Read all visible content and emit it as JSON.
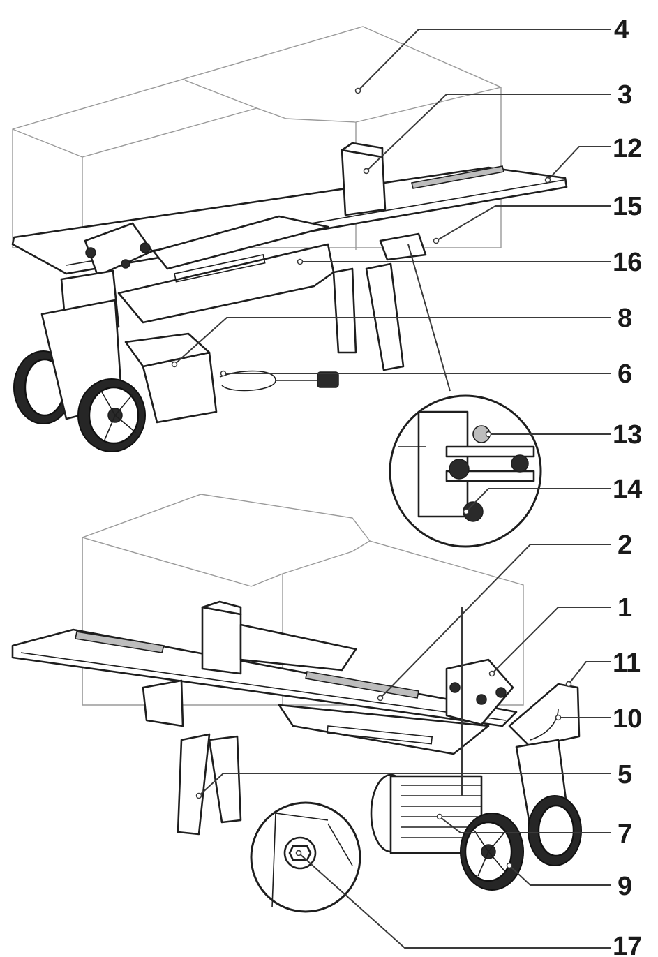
{
  "labels": [
    {
      "id": "4",
      "text": "4"
    },
    {
      "id": "3",
      "text": "3"
    },
    {
      "id": "12",
      "text": "12"
    },
    {
      "id": "15",
      "text": "15"
    },
    {
      "id": "16",
      "text": "16"
    },
    {
      "id": "8",
      "text": "8"
    },
    {
      "id": "6",
      "text": "6"
    },
    {
      "id": "13",
      "text": "13"
    },
    {
      "id": "14",
      "text": "14"
    },
    {
      "id": "2",
      "text": "2"
    },
    {
      "id": "1",
      "text": "1"
    },
    {
      "id": "11",
      "text": "11"
    },
    {
      "id": "10",
      "text": "10"
    },
    {
      "id": "5",
      "text": "5"
    },
    {
      "id": "7",
      "text": "7"
    },
    {
      "id": "9",
      "text": "9"
    },
    {
      "id": "17",
      "text": "17"
    }
  ]
}
